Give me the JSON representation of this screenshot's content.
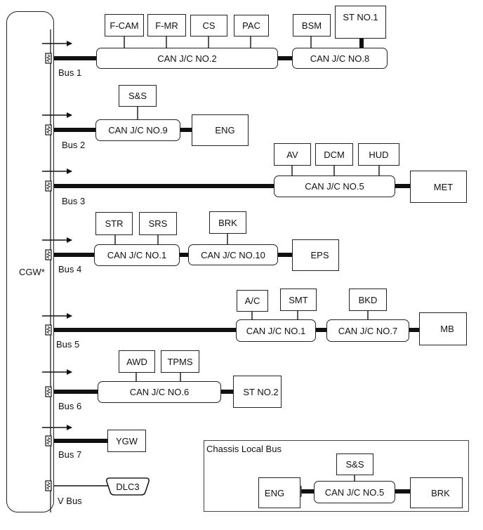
{
  "gateway": "CGW*",
  "buses": {
    "bus1": "Bus 1",
    "bus2": "Bus 2",
    "bus3": "Bus 3",
    "bus4": "Bus 4",
    "bus5": "Bus 5",
    "bus6": "Bus 6",
    "bus7": "Bus 7",
    "vbus": "V Bus"
  },
  "bus1": {
    "junction_a": "CAN J/C NO.2",
    "junction_b": "CAN J/C NO.8",
    "nodes": [
      "F-CAM",
      "F-MR",
      "CS",
      "PAC",
      "BSM",
      "ST NO.1"
    ]
  },
  "bus2": {
    "junction": "CAN J/C NO.9",
    "nodes": [
      "S&S",
      "ENG"
    ]
  },
  "bus3": {
    "junction": "CAN J/C NO.5",
    "nodes": [
      "AV",
      "DCM",
      "HUD",
      "MET"
    ]
  },
  "bus4": {
    "junction_a": "CAN J/C NO.1",
    "junction_b": "CAN J/C NO.10",
    "nodes": [
      "STR",
      "SRS",
      "BRK",
      "EPS"
    ]
  },
  "bus5": {
    "junction_a": "CAN J/C NO.1",
    "junction_b": "CAN J/C NO.7",
    "nodes": [
      "A/C",
      "SMT",
      "BKD",
      "MB"
    ]
  },
  "bus6": {
    "junction": "CAN J/C NO.6",
    "nodes": [
      "AWD",
      "TPMS",
      "ST NO.2"
    ]
  },
  "bus7": {
    "nodes": [
      "YGW"
    ]
  },
  "vbus": {
    "nodes": [
      "DLC3"
    ]
  },
  "chassis_local_bus": {
    "title": "Chassis Local Bus",
    "junction": "CAN J/C NO.5",
    "nodes": [
      "S&S",
      "ENG",
      "BRK"
    ]
  }
}
